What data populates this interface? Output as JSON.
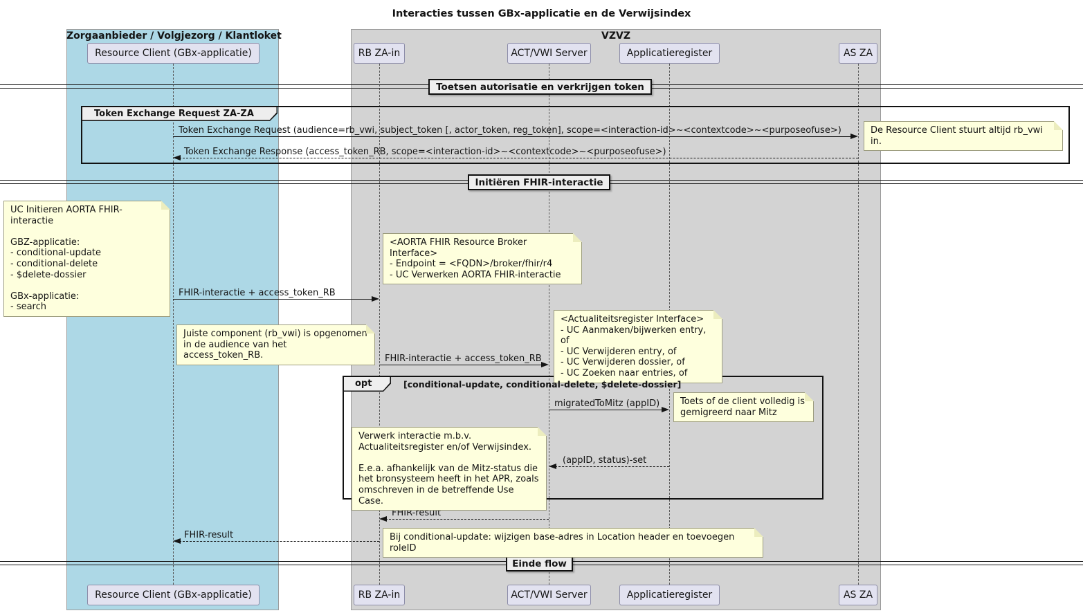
{
  "diagram": {
    "title": "Interacties tussen GBx-applicatie en de Verwijsindex",
    "type": "sequence-diagram"
  },
  "boxes": {
    "left": {
      "label": "Zorgaanbieder / Volgjezorg / Klantloket",
      "color": "#ADD8E6"
    },
    "right": {
      "label": "VZVZ",
      "color": "#D3D3D3"
    }
  },
  "participants": {
    "p1": {
      "label": "Resource Client (GBx-applicatie)"
    },
    "p2": {
      "label": "RB ZA-in"
    },
    "p3": {
      "label": "ACT/VWI Server"
    },
    "p4": {
      "label": "Applicatieregister"
    },
    "p5": {
      "label": "AS ZA"
    }
  },
  "dividers": {
    "d1": {
      "label": "Toetsen autorisatie en verkrijgen token"
    },
    "d2": {
      "label": "Initiëren FHIR-interactie"
    },
    "d3": {
      "label": "Einde flow"
    }
  },
  "fragments": {
    "token_group": {
      "label": "Token Exchange Request ZA-ZA"
    },
    "opt": {
      "operator": "opt",
      "guard": "[conditional-update, conditional-delete, $delete-dossier]"
    }
  },
  "messages": {
    "m1": {
      "from": "Resource Client (GBx-applicatie)",
      "to": "AS ZA",
      "style": "solid",
      "label": "Token Exchange Request (audience=rb_vwi, subject_token [, actor_token, reg_token], scope=<interaction-id>~<contextcode>~<purposeofuse>)"
    },
    "m2": {
      "from": "AS ZA",
      "to": "Resource Client (GBx-applicatie)",
      "style": "dashed",
      "label": "Token Exchange Response (access_token_RB, scope=<interaction-id>~<contextcode>~<purposeofuse>)"
    },
    "m3": {
      "from": "Resource Client (GBx-applicatie)",
      "to": "RB ZA-in",
      "style": "solid",
      "label": "FHIR-interactie + access_token_RB"
    },
    "m4": {
      "from": "RB ZA-in",
      "to": "ACT/VWI Server",
      "style": "solid",
      "label": "FHIR-interactie + access_token_RB"
    },
    "m5": {
      "from": "ACT/VWI Server",
      "to": "Applicatieregister",
      "style": "solid",
      "label": "migratedToMitz (appID)"
    },
    "m6": {
      "from": "Applicatieregister",
      "to": "ACT/VWI Server",
      "style": "dashed",
      "label": "(appID, status)-set"
    },
    "m7": {
      "from": "ACT/VWI Server",
      "to": "RB ZA-in",
      "style": "dashed",
      "label": "FHIR-result"
    },
    "m8": {
      "from": "RB ZA-in",
      "to": "Resource Client (GBx-applicatie)",
      "style": "dashed",
      "label": "FHIR-result"
    }
  },
  "notes": {
    "n1": {
      "text": "De Resource Client stuurt altijd rb_vwi in."
    },
    "n2": {
      "text": "UC Initieren AORTA FHIR-interactie\n\nGBZ-applicatie:\n- conditional-update\n- conditional-delete\n- $delete-dossier\n\nGBx-applicatie:\n- search"
    },
    "n3": {
      "text": "<AORTA FHIR Resource Broker Interface>\n- Endpoint = <FQDN>/broker/fhir/r4\n- UC Verwerken AORTA FHIR-interactie"
    },
    "n4": {
      "text": "Juiste component (rb_vwi) is opgenomen\nin de audience van het access_token_RB."
    },
    "n5": {
      "text": "<Actualiteitsregister Interface>\n- UC Aanmaken/bijwerken entry, of\n- UC Verwijderen entry, of\n- UC Verwijderen dossier, of\n- UC Zoeken naar entries, of"
    },
    "n6": {
      "text": "Toets of de client volledig is\ngemigreerd naar Mitz"
    },
    "n7": {
      "text": "Verwerk interactie m.b.v.\nActualiteitsregister en/of Verwijsindex.\n\nE.e.a. afhankelijk van de Mitz-status die\nhet bronsysteem heeft in het APR, zoals\nomschreven in de betreffende Use Case."
    },
    "n8": {
      "text": "Bij conditional-update: wijzigen base-adres in Location header en toevoegen roleID"
    }
  },
  "colors": {
    "left_box_fill": "#ADD8E6",
    "right_box_fill": "#D3D3D3",
    "participant_fill": "#E2E2F0",
    "note_fill": "#FEFFDD",
    "fragment_header_fill": "#EEEEEE",
    "divider_fill": "#EEEEEE",
    "line_color": "#141414"
  }
}
